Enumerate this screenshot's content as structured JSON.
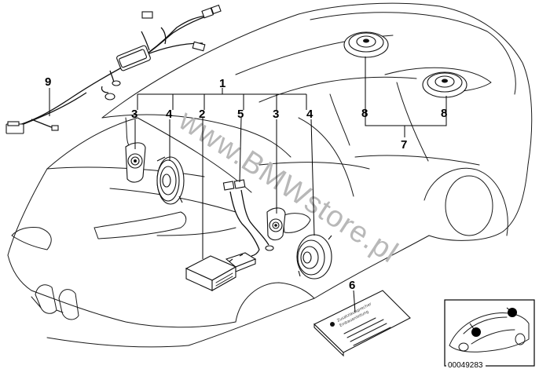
{
  "diagram": {
    "callouts": {
      "c1": "1",
      "c2": "2",
      "c3a": "3",
      "c3b": "3",
      "c4a": "4",
      "c4b": "4",
      "c5": "5",
      "c6": "6",
      "c7": "7",
      "c8a": "8",
      "c8b": "8",
      "c9": "9"
    },
    "watermark": "www.BMWstore.pl",
    "reference_code": "00049283",
    "booklet_lines": [
      "Zusatzlautsprecher",
      "Einbauanleitung"
    ]
  }
}
